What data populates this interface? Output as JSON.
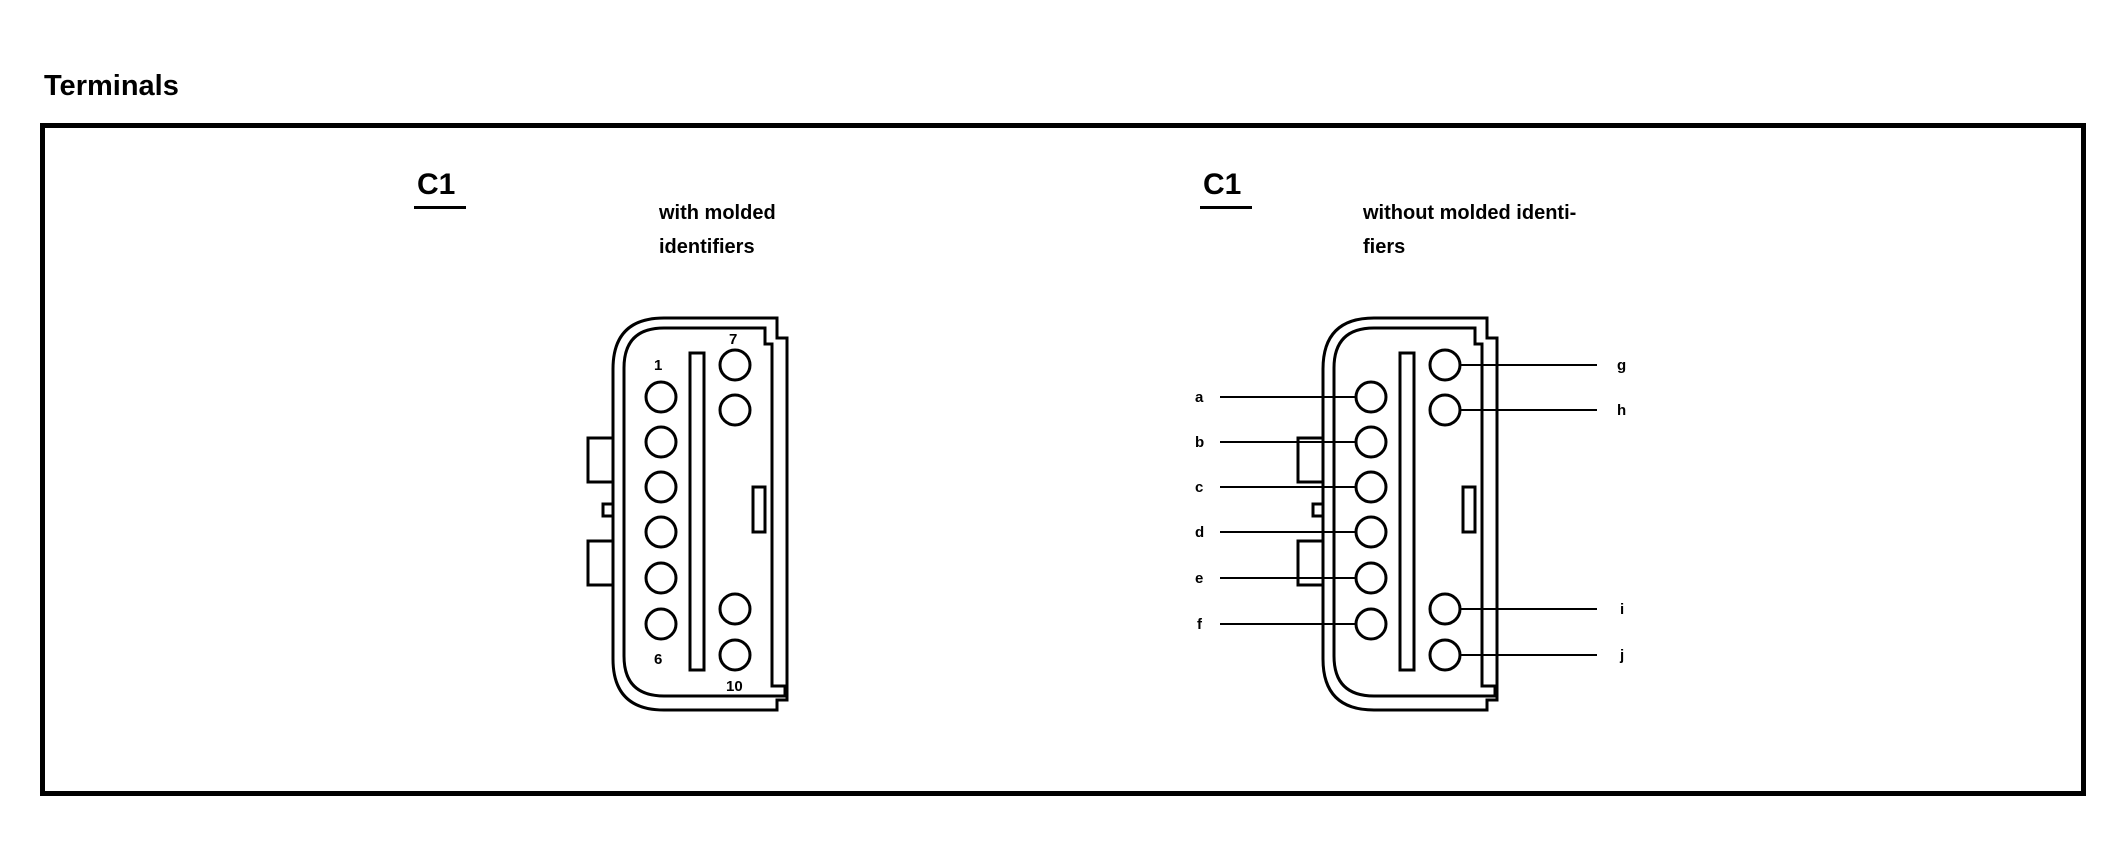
{
  "page": {
    "title": "Terminals"
  },
  "connectors": [
    {
      "id": "C1",
      "description": [
        "with molded",
        "identifiers"
      ],
      "pin_numbers": [
        "1",
        "6",
        "7",
        "10"
      ]
    },
    {
      "id": "C1",
      "description": [
        "without molded identi-",
        "fiers"
      ],
      "pin_letters": [
        "a",
        "b",
        "c",
        "d",
        "e",
        "f",
        "g",
        "h",
        "i",
        "j"
      ]
    }
  ],
  "colors": {
    "line": "#000000",
    "background": "#ffffff"
  }
}
